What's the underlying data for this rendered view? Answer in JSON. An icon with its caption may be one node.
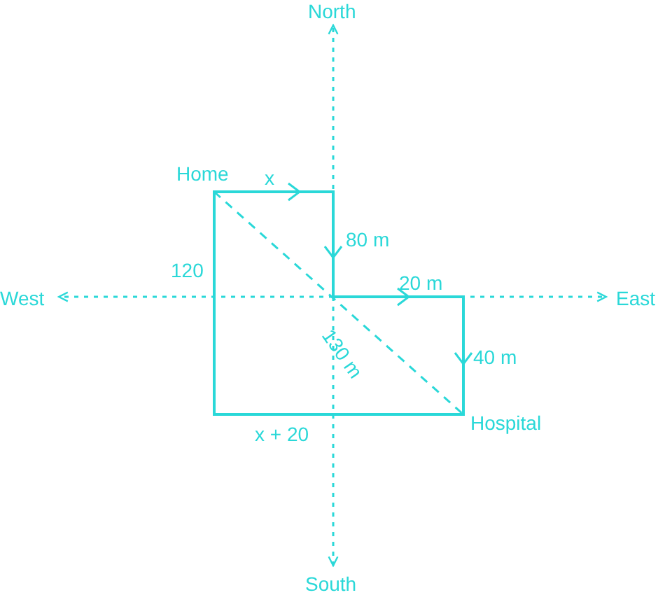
{
  "diagram": {
    "nodes": [
      {
        "text": [
          "Home"
        ]
      },
      {
        "text": [
          "Hospital"
        ]
      }
    ],
    "edges": [
      {
        "from": 0,
        "to": 1,
        "arrow": "none",
        "style": "dashed",
        "label": "130 m"
      }
    ],
    "labels": [
      "North",
      "x",
      "80 m",
      "120",
      "West",
      "20 m",
      "East",
      "40 m",
      "x + 20",
      "South"
    ]
  }
}
